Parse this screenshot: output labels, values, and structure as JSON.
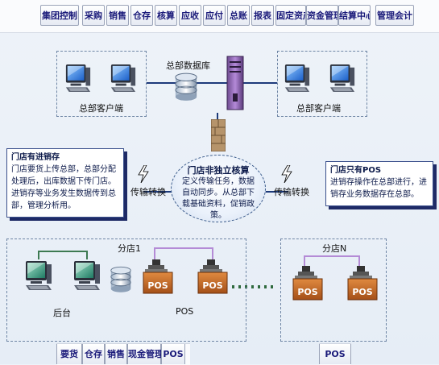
{
  "top_nav": [
    "集团控制",
    "采购",
    "销售",
    "仓存",
    "核算",
    "应收",
    "应付",
    "总账",
    "报表",
    "固定资产",
    "资金管理",
    "结算中心",
    "管理会计"
  ],
  "hq": {
    "database_label": "总部数据库",
    "client_left_label": "总部客户端",
    "client_right_label": "总部客户端"
  },
  "transfer_left": "传输转换",
  "transfer_right": "传输转换",
  "note_left": {
    "title": "门店有进销存",
    "body": "门店要货上传总部，总部分配处理后，出库数据下传门店。进销存等业务发生数据传到总部，管理分析用。"
  },
  "center": {
    "title": "门店非独立核算",
    "body": "定义传输任务，数据自动同步。从总部下载基础资料，促销政策。"
  },
  "note_right": {
    "title": "门店只有POS",
    "body": "进销存操作在总部进行，进销存业务数据存在总部。"
  },
  "store1": {
    "label": "分店1",
    "backoffice_label": "后台",
    "pos_group_label": "POS",
    "pos_text": "POS"
  },
  "storeN": {
    "label": "分店N",
    "pos_text": "POS"
  },
  "bottom_nav_left": [
    "要货",
    "仓存",
    "销售",
    "现金管理",
    "POS"
  ],
  "bottom_nav_right": "POS",
  "colors": {
    "nav_text": "#1a1a7a",
    "pos_box": "#c8692a",
    "link_purple": "#b48bd6",
    "link_green": "#3d7a52"
  }
}
